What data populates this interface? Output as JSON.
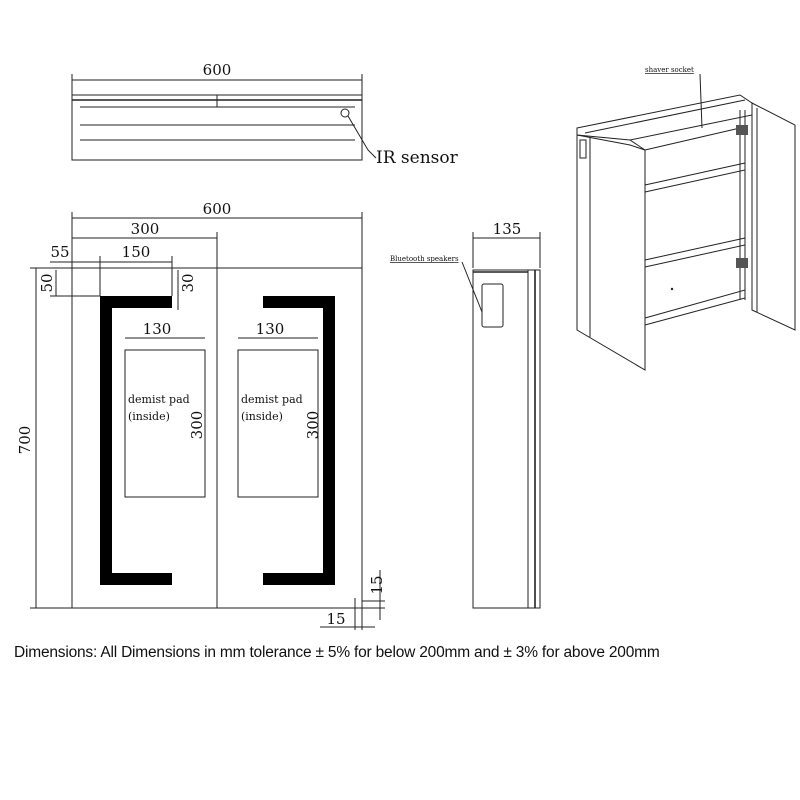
{
  "top_view": {
    "width_label": "600",
    "ir_sensor_label": "IR sensor"
  },
  "front_view": {
    "overall_width": "600",
    "door_width": "300",
    "led_offset": "55",
    "led_width": "150",
    "led_top_offset": "50",
    "led_thickness": "30",
    "height": "700",
    "pad_left": {
      "width": "130",
      "height": "300",
      "label_line1": "demist pad",
      "label_line2": "(inside)"
    },
    "pad_right": {
      "width": "130",
      "height": "300",
      "label_line1": "demist pad",
      "label_line2": "(inside)"
    },
    "bottom_gap_vertical": "15",
    "bottom_gap_horizontal": "15"
  },
  "side_view": {
    "depth": "135",
    "speaker_label": "Bluetooth speakers"
  },
  "iso_view": {
    "socket_label": "shaver socket"
  },
  "footer": {
    "note": "Dimensions: All Dimensions in mm tolerance ± 5% for below 200mm and ± 3% for above 200mm"
  }
}
